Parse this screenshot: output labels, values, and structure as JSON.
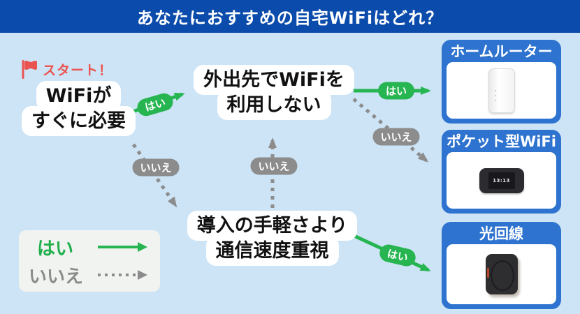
{
  "header": {
    "title": "あなたにおすすめの自宅WiFiはどれ？"
  },
  "start": {
    "label": "スタート！",
    "icon": "red-flag-icon"
  },
  "nodes": {
    "q1": {
      "lines": [
        "WiFiが",
        "すぐに必要"
      ]
    },
    "q2": {
      "lines": [
        "外出先でWiFiを",
        "利用しない"
      ]
    },
    "q3": {
      "lines": [
        "導入の手軽さより",
        "通信速度重視"
      ]
    }
  },
  "edges": [
    {
      "from": "q1",
      "to": "q2",
      "label": "はい",
      "type": "yes"
    },
    {
      "from": "q1",
      "to": "q3",
      "label": "いいえ",
      "type": "no"
    },
    {
      "from": "q3",
      "to": "q2",
      "label": "いいえ",
      "type": "no"
    },
    {
      "from": "q2",
      "to": "home_router",
      "label": "はい",
      "type": "yes"
    },
    {
      "from": "q2",
      "to": "pocket_wifi",
      "label": "いいえ",
      "type": "no"
    },
    {
      "from": "q3",
      "to": "fiber",
      "label": "はい",
      "type": "yes"
    }
  ],
  "results": [
    {
      "id": "home_router",
      "title": "ホームルーター",
      "device_icon": "white-home-router-image"
    },
    {
      "id": "pocket_wifi",
      "title": "ポケット型WiFi",
      "device_icon": "black-pocket-wifi-image",
      "screen_time": "13:13"
    },
    {
      "id": "fiber",
      "title": "光回線",
      "device_icon": "black-wifi-router-image"
    }
  ],
  "legend": {
    "yes_label": "はい",
    "no_label": "いいえ"
  },
  "colors": {
    "header_bg": "#0a4bab",
    "canvas_bg": "#cde4f6",
    "card_bg": "#2e73cf",
    "yes_green": "#27b551",
    "no_gray": "#8c8c8c",
    "start_red": "#ea5350"
  }
}
